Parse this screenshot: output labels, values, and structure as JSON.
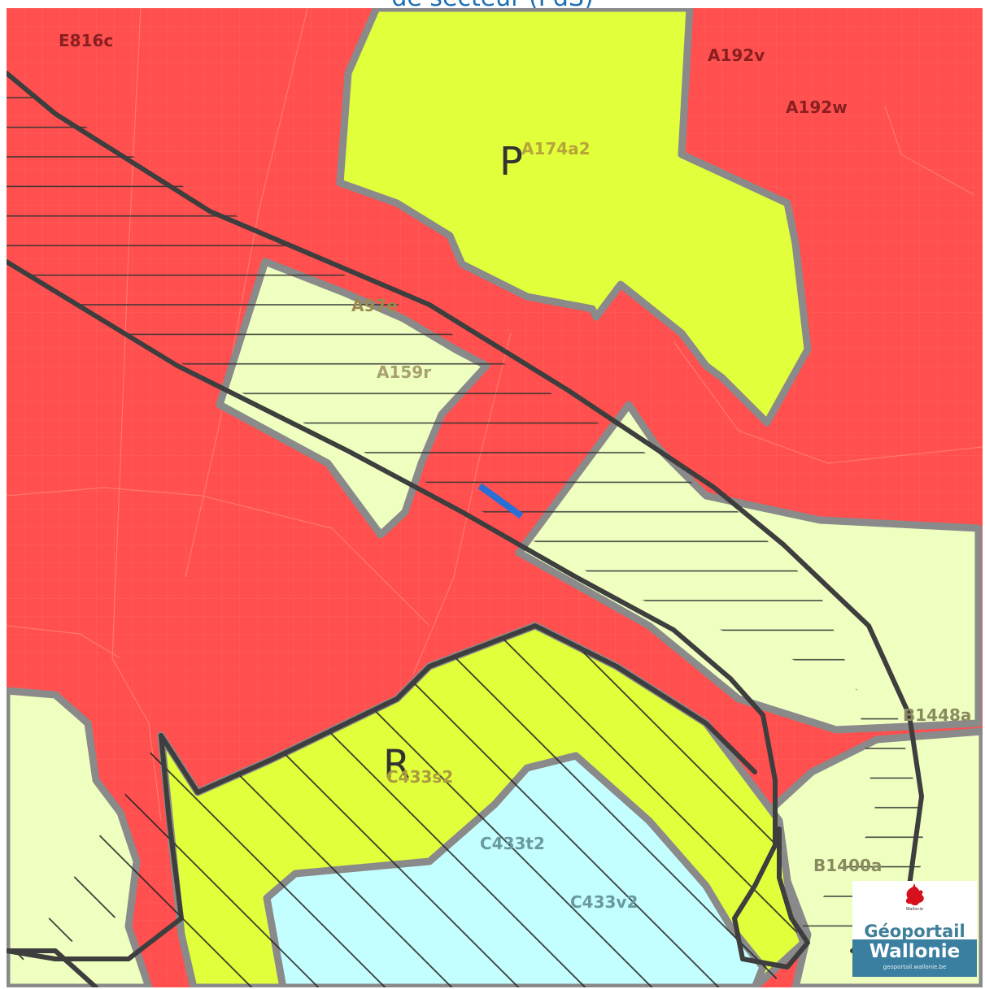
{
  "header": {
    "title_fragment": "de secteur (PdS)"
  },
  "zones": {
    "letter_p": "P",
    "letter_r": "R"
  },
  "parcels": [
    "E816c",
    "A192v",
    "A192w",
    "A174a2",
    "A97e",
    "A159r",
    "B1448a",
    "C433s2",
    "C433t2",
    "B1400a",
    "C433v2"
  ],
  "colors": {
    "habitat": "#ff4f4f",
    "public_services": "#e2ff3c",
    "agricultural": "#eeffc0",
    "water": "#c4ffff",
    "zone_border": "#8a8a8a",
    "perimeter": "#3e3e3e",
    "selection": "#2a6fd6"
  },
  "logo": {
    "region": "Wallonie",
    "name_line1": "Géoportail",
    "name_line2": "Wallonie",
    "url": "geoportail.wallonie.be",
    "icon": "rooster-icon"
  }
}
